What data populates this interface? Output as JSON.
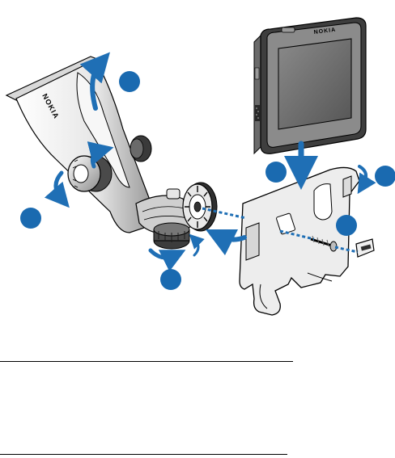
{
  "device": {
    "brand_logo": "NOKIA"
  },
  "holder": {
    "brand_logo": "NOKIA"
  },
  "colors": {
    "accent_blue": "#1f6fb5",
    "marker_blue": "#1a6ab0",
    "line": "#000000",
    "metal_light": "#f2f2f2",
    "metal_dark": "#5a5a5a",
    "screen": "#6f6f6f"
  },
  "icons": {
    "step_marker": "filled-blue-circle",
    "rotate_arrow": "curved-blue-arrow",
    "insert_arrow": "straight-blue-arrow"
  }
}
